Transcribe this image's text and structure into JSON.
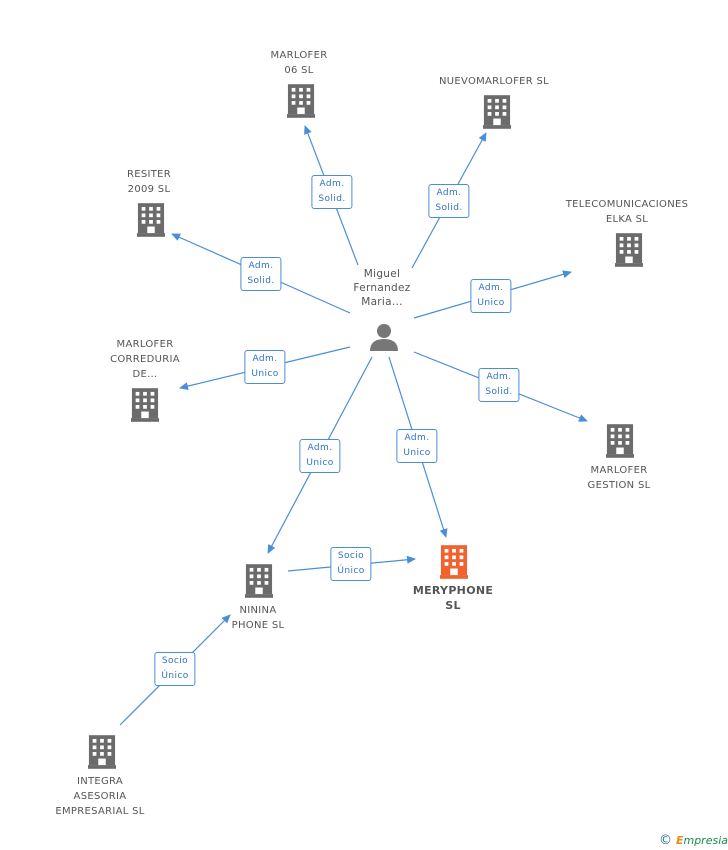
{
  "person": {
    "lines": [
      "Miguel",
      "Fernandez",
      "Maria..."
    ]
  },
  "companies": {
    "marlofer06": {
      "lines": [
        "MARLOFER",
        "06 SL"
      ]
    },
    "nuevomarlofer": {
      "lines": [
        "NUEVOMARLOFER SL"
      ]
    },
    "resiter": {
      "lines": [
        "RESITER",
        "2009 SL"
      ]
    },
    "telecom": {
      "lines": [
        "TELECOMUNICACIONES",
        "ELKA  SL"
      ]
    },
    "correduria": {
      "lines": [
        "MARLOFER",
        "CORREDURIA",
        "DE..."
      ]
    },
    "gestion": {
      "lines": [
        "MARLOFER",
        "GESTION SL"
      ]
    },
    "ninina": {
      "lines": [
        "NININA",
        "PHONE  SL"
      ]
    },
    "meryphone": {
      "lines": [
        "MERYPHONE",
        "SL"
      ]
    },
    "integra": {
      "lines": [
        "INTEGRA",
        "ASESORIA",
        "EMPRESARIAL SL"
      ]
    }
  },
  "edges": {
    "marlofer06": [
      "Adm.",
      "Solid."
    ],
    "nuevomarlofer": [
      "Adm.",
      "Solid."
    ],
    "resiter": [
      "Adm.",
      "Solid."
    ],
    "telecom": [
      "Adm.",
      "Unico"
    ],
    "correduria": [
      "Adm.",
      "Unico"
    ],
    "gestion": [
      "Adm.",
      "Solid."
    ],
    "ninina": [
      "Adm.",
      "Unico"
    ],
    "meryphone": [
      "Adm.",
      "Unico"
    ],
    "ninina_meryphone": [
      "Socio",
      "Único"
    ],
    "integra_ninina": [
      "Socio",
      "Único"
    ]
  },
  "footer": {
    "copyright": "©",
    "brand_initial": "E",
    "brand_rest": "mpresia"
  },
  "colors": {
    "edge": "#4a8ed8",
    "building": "#6b6b6b",
    "focus": "#f0622e",
    "person": "#777777"
  }
}
